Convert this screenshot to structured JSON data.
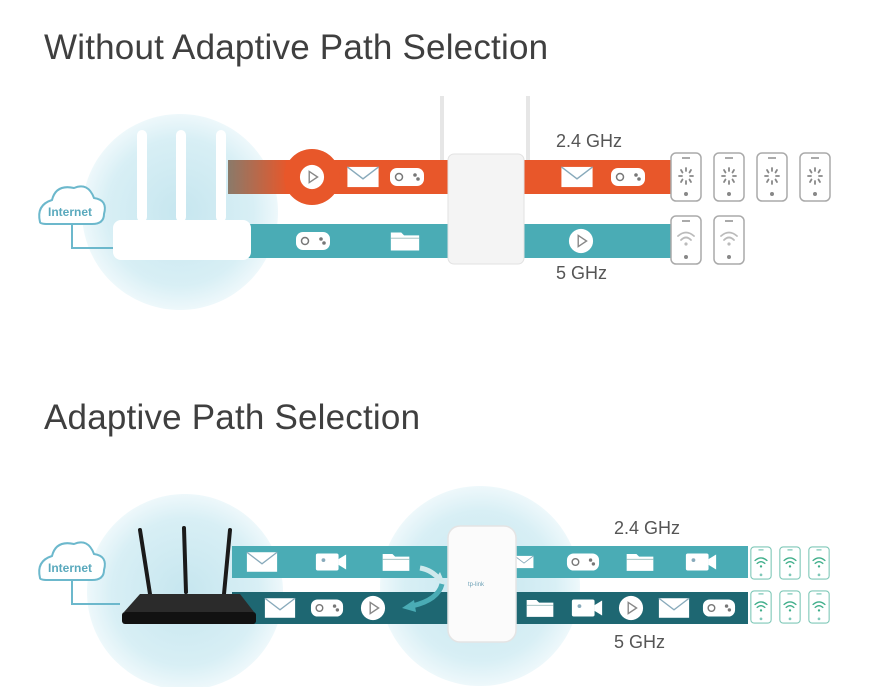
{
  "section_top": {
    "title": "Without Adaptive Path Selection",
    "cloud_label": "Internet",
    "band_24_label": "2.4 GHz",
    "band_5_label": "5 GHz",
    "band_24_color": "#e8572a",
    "band_5_color": "#4aacb5",
    "band_24_icons": [
      "play-icon",
      "mail-icon",
      "gamepad-icon",
      "mail-icon",
      "gamepad-icon"
    ],
    "band_5_icons": [
      "gamepad-icon",
      "folder-icon",
      "play-icon"
    ],
    "devices_24_state": "loading",
    "devices_5_state": "wifi"
  },
  "section_bottom": {
    "title": "Adaptive Path Selection",
    "cloud_label": "Internet",
    "band_24_label": "2.4 GHz",
    "band_5_label": "5 GHz",
    "band_24_color": "#4aacb5",
    "band_5_color": "#1e6772",
    "band_24_icons": [
      "mail-icon",
      "video-icon",
      "folder-icon",
      "mail-icon",
      "gamepad-icon",
      "folder-icon",
      "video-icon"
    ],
    "band_5_icons": [
      "mail-icon",
      "gamepad-icon",
      "play-icon",
      "folder-icon",
      "video-icon",
      "play-icon",
      "mail-icon",
      "gamepad-icon"
    ],
    "extender_brand": "tp-link",
    "devices_state": "wifi"
  }
}
